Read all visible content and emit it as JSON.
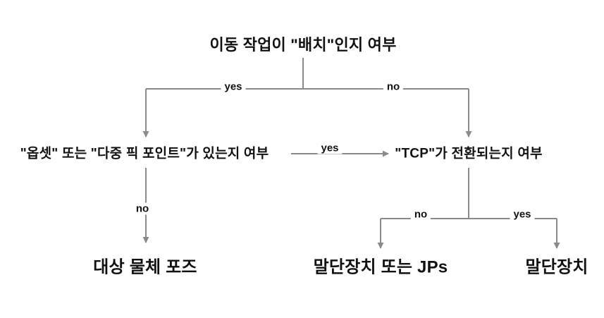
{
  "colors": {
    "line": "#8a8a8a",
    "text": "#111111",
    "background": "#ffffff"
  },
  "nodes": {
    "root": "이동 작업이 \"배치\"인지 여부",
    "offset_question": "\"옵셋\" 또는 \"다중 픽 포인트\"가 있는지 여부",
    "tcp_question": "\"TCP\"가 전환되는지 여부",
    "target_pose": "대상 물체 포즈",
    "end_effector_or_jps": "말단장치 또는 JPs",
    "end_effector": "말단장치"
  },
  "edge_labels": {
    "root_to_offset": "yes",
    "root_to_tcp": "no",
    "offset_to_tcp": "yes",
    "offset_to_target_pose": "no",
    "tcp_to_end_effector_or_jps": "no",
    "tcp_to_end_effector": "yes"
  }
}
